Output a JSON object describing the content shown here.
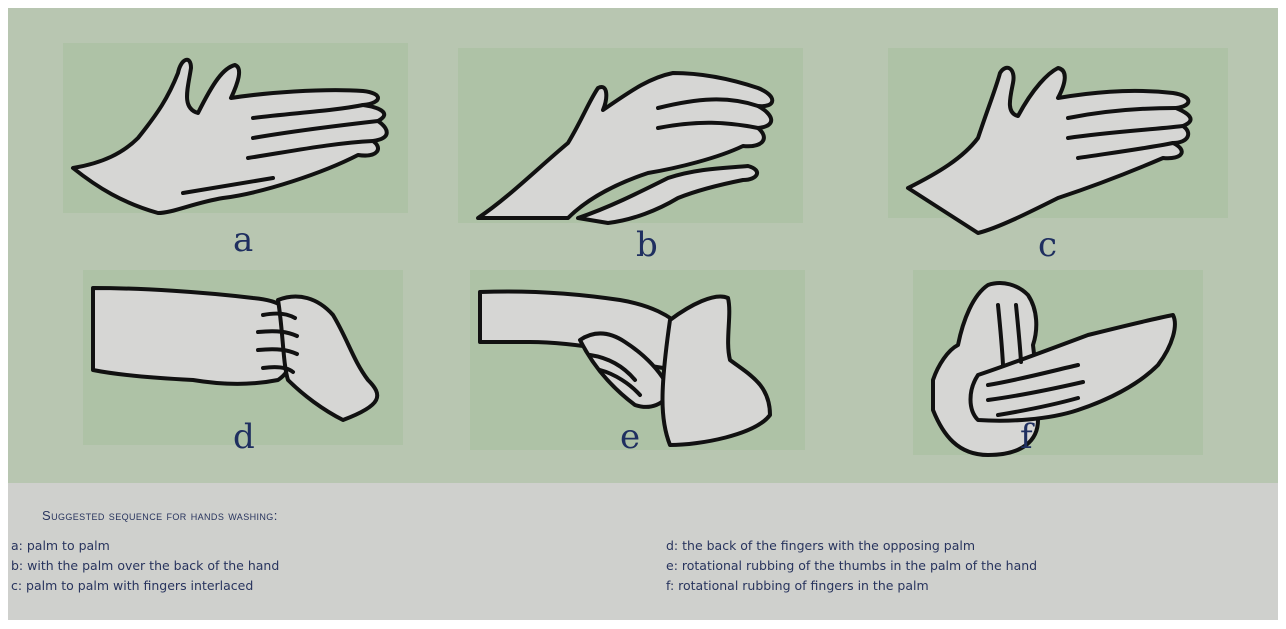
{
  "panels": [
    {
      "letter": "a"
    },
    {
      "letter": "b"
    },
    {
      "letter": "c"
    },
    {
      "letter": "d"
    },
    {
      "letter": "e"
    },
    {
      "letter": "f"
    }
  ],
  "caption": {
    "title": "Suggested sequence for hands washing:",
    "items": [
      "a:  palm to palm",
      "b:  with the palm over the back of the hand",
      "c:  palm to palm with fingers interlaced",
      "d:  the back of the fingers with the opposing palm",
      "e:  rotational rubbing of the thumbs in the palm of the hand",
      "f:   rotational rubbing of fingers in the palm"
    ]
  },
  "colors": {
    "illustration_bg": "#b8c6b1",
    "panel_bg": "#aec2a6",
    "caption_bg": "#cfd0cd",
    "label_text": "#1f2f60",
    "skin": "#d6d6d4"
  }
}
